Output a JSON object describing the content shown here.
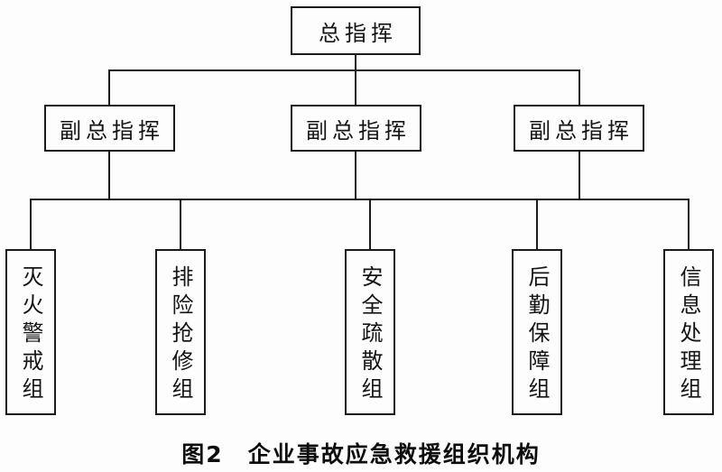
{
  "diagram": {
    "type": "org-chart",
    "caption": "图2　企业事故应急救援组织机构",
    "root": {
      "label": "总指挥"
    },
    "deputies": [
      {
        "label": "副总指挥"
      },
      {
        "label": "副总指挥"
      },
      {
        "label": "副总指挥"
      }
    ],
    "teams": [
      {
        "label": "灭火警戒组"
      },
      {
        "label": "排险抢修组"
      },
      {
        "label": "安全疏散组"
      },
      {
        "label": "后勤保障组"
      },
      {
        "label": "信息处理组"
      }
    ],
    "colors": {
      "line": "#1b1b1b",
      "background": "#fdfdfd",
      "text": "#141414"
    }
  }
}
